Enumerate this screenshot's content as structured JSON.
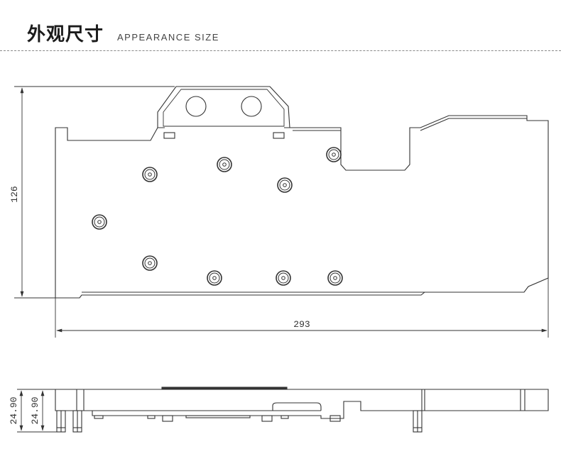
{
  "header": {
    "title_cn": "外观尺寸",
    "title_en": "APPEARANCE SIZE"
  },
  "top_view": {
    "height_label": "126",
    "width_label": "293"
  },
  "side_view": {
    "thickness_label_outer": "24.90",
    "thickness_label_inner": "24.90"
  },
  "colors": {
    "line": "#333333",
    "background": "#ffffff"
  }
}
